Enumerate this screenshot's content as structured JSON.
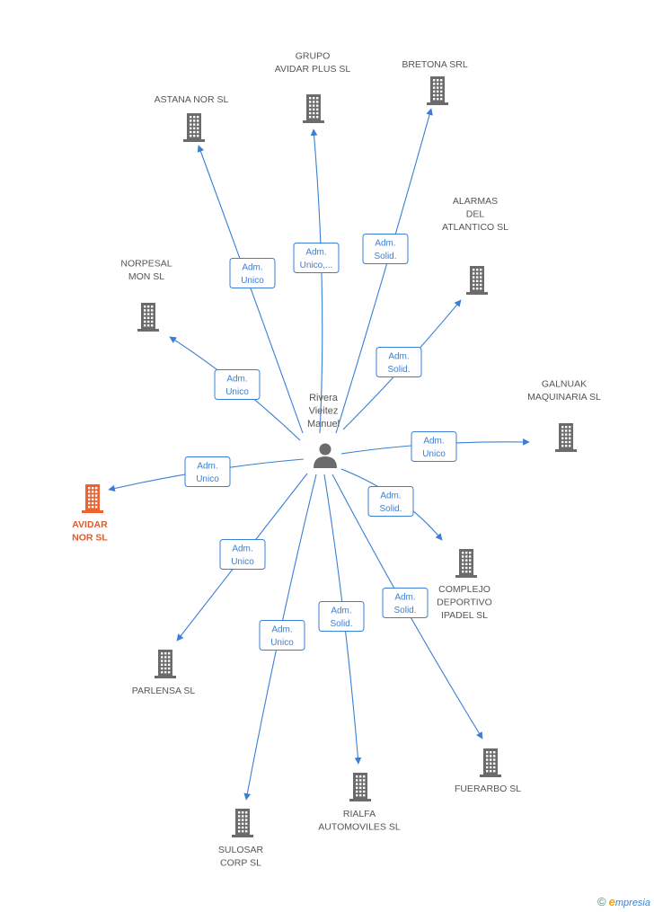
{
  "center": {
    "label_lines": [
      "Rivera",
      "Vieitez",
      "Manuel"
    ],
    "icon": "person-icon"
  },
  "colors": {
    "edge": "#3a7fd5",
    "building": "#6b6b6b",
    "focus_building": "#f0622d",
    "person": "#6b6b6b"
  },
  "nodes": [
    {
      "id": "astana",
      "label_lines": [
        "ASTANA NOR SL"
      ],
      "icon": "building-icon",
      "focus": false
    },
    {
      "id": "grupo",
      "label_lines": [
        "GRUPO",
        "AVIDAR PLUS SL"
      ],
      "icon": "building-icon",
      "focus": false
    },
    {
      "id": "bretona",
      "label_lines": [
        "BRETONA SRL"
      ],
      "icon": "building-icon",
      "focus": false
    },
    {
      "id": "alarmas",
      "label_lines": [
        "ALARMAS",
        "DEL",
        "ATLANTICO  SL"
      ],
      "icon": "building-icon",
      "focus": false
    },
    {
      "id": "norpesal",
      "label_lines": [
        "NORPESAL",
        "MON  SL"
      ],
      "icon": "building-icon",
      "focus": false
    },
    {
      "id": "galnuak",
      "label_lines": [
        "GALNUAK",
        "MAQUINARIA SL"
      ],
      "icon": "building-icon",
      "focus": false
    },
    {
      "id": "avidar",
      "label_lines": [
        "AVIDAR",
        "NOR SL"
      ],
      "icon": "building-icon",
      "focus": true
    },
    {
      "id": "complejo",
      "label_lines": [
        "COMPLEJO",
        "DEPORTIVO",
        "IPADEL  SL"
      ],
      "icon": "building-icon",
      "focus": false
    },
    {
      "id": "parlensa",
      "label_lines": [
        "PARLENSA SL"
      ],
      "icon": "building-icon",
      "focus": false
    },
    {
      "id": "fuerarbo",
      "label_lines": [
        "FUERARBO SL"
      ],
      "icon": "building-icon",
      "focus": false
    },
    {
      "id": "rialfa",
      "label_lines": [
        "RIALFA",
        "AUTOMOVILES SL"
      ],
      "icon": "building-icon",
      "focus": false
    },
    {
      "id": "sulosar",
      "label_lines": [
        "SULOSAR",
        "CORP  SL"
      ],
      "icon": "building-icon",
      "focus": false
    }
  ],
  "edges": [
    {
      "to": "astana",
      "label_lines": [
        "Adm.",
        "Unico"
      ]
    },
    {
      "to": "grupo",
      "label_lines": [
        "Adm.",
        "Unico,..."
      ]
    },
    {
      "to": "bretona",
      "label_lines": [
        "Adm.",
        "Solid."
      ]
    },
    {
      "to": "alarmas",
      "label_lines": [
        "Adm.",
        "Solid."
      ]
    },
    {
      "to": "norpesal",
      "label_lines": [
        "Adm.",
        "Unico"
      ]
    },
    {
      "to": "galnuak",
      "label_lines": [
        "Adm.",
        "Unico"
      ]
    },
    {
      "to": "avidar",
      "label_lines": [
        "Adm.",
        "Unico"
      ]
    },
    {
      "to": "complejo",
      "label_lines": [
        "Adm.",
        "Solid."
      ]
    },
    {
      "to": "parlensa",
      "label_lines": [
        "Adm.",
        "Unico"
      ]
    },
    {
      "to": "fuerarbo",
      "label_lines": [
        "Adm.",
        "Solid."
      ]
    },
    {
      "to": "rialfa",
      "label_lines": [
        "Adm.",
        "Solid."
      ]
    },
    {
      "to": "sulosar",
      "label_lines": [
        "Adm.",
        "Unico"
      ]
    }
  ],
  "brand": {
    "copyright": "©",
    "initial": "e",
    "rest": "mpresia"
  }
}
